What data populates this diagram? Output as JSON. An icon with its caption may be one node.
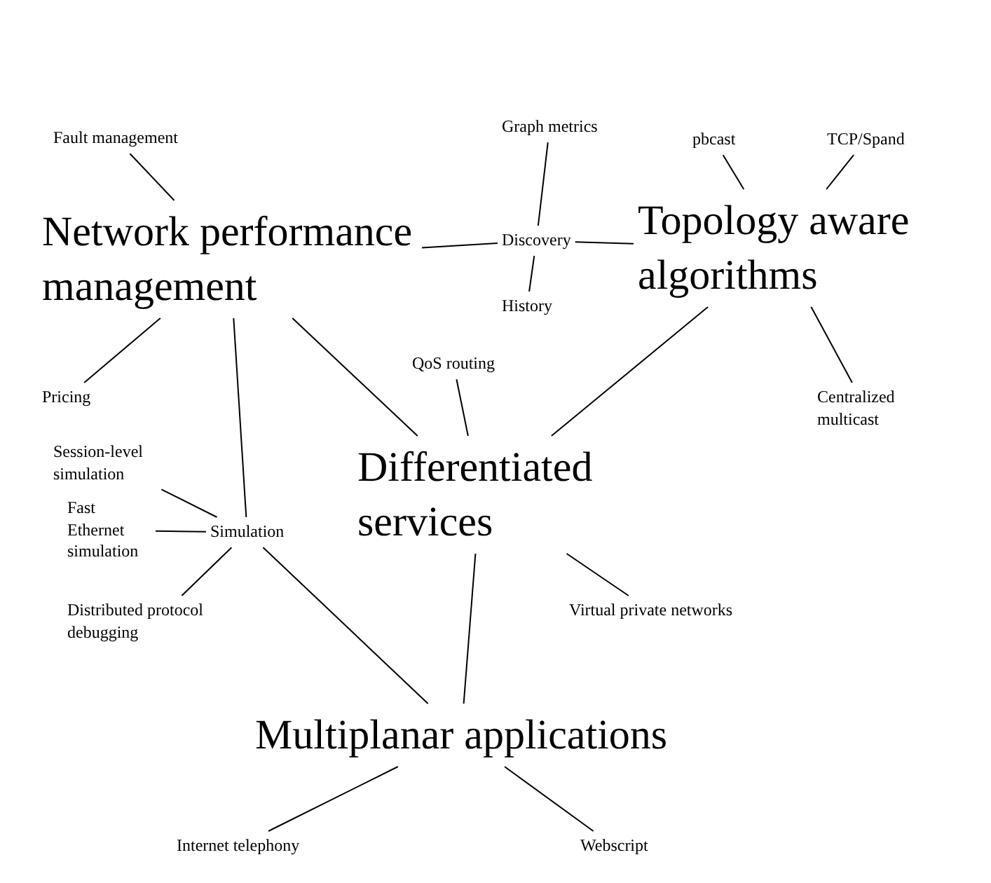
{
  "diagram": {
    "nodes": [
      {
        "text": [
          "Network performance management"
        ]
      },
      {
        "text": [
          "Fault management"
        ]
      },
      {
        "text": [
          "Graph metrics"
        ]
      },
      {
        "text": [
          "Discovery"
        ]
      },
      {
        "text": [
          "History"
        ]
      },
      {
        "text": [
          "pbcast"
        ]
      },
      {
        "text": [
          "TCP/Spand"
        ]
      },
      {
        "text": [
          "Topology aware algorithms"
        ]
      },
      {
        "text": [
          "Pricing"
        ]
      },
      {
        "text": [
          "QoS routing"
        ]
      },
      {
        "text": [
          "Centralized multicast"
        ]
      },
      {
        "text": [
          "Differentiated services"
        ]
      },
      {
        "text": [
          "Session-level simulation"
        ]
      },
      {
        "text": [
          "Fast Ethernet simulation"
        ]
      },
      {
        "text": [
          "Simulation"
        ]
      },
      {
        "text": [
          "Distributed protocol debugging"
        ]
      },
      {
        "text": [
          "Virtual private networks"
        ]
      },
      {
        "text": [
          "Multiplanar applications"
        ]
      },
      {
        "text": [
          "Internet telephony"
        ]
      },
      {
        "text": [
          "Webscript"
        ]
      }
    ],
    "edges": [
      {
        "from": 1,
        "to": 0,
        "arrow": "none"
      },
      {
        "from": 0,
        "to": 3,
        "arrow": "none"
      },
      {
        "from": 2,
        "to": 3,
        "arrow": "none"
      },
      {
        "from": 3,
        "to": 4,
        "arrow": "none"
      },
      {
        "from": 3,
        "to": 7,
        "arrow": "none"
      },
      {
        "from": 5,
        "to": 7,
        "arrow": "none"
      },
      {
        "from": 6,
        "to": 7,
        "arrow": "none"
      },
      {
        "from": 0,
        "to": 8,
        "arrow": "none"
      },
      {
        "from": 0,
        "to": 14,
        "arrow": "none"
      },
      {
        "from": 0,
        "to": 11,
        "arrow": "none"
      },
      {
        "from": 7,
        "to": 11,
        "arrow": "none"
      },
      {
        "from": 7,
        "to": 10,
        "arrow": "none"
      },
      {
        "from": 9,
        "to": 11,
        "arrow": "none"
      },
      {
        "from": 12,
        "to": 14,
        "arrow": "none"
      },
      {
        "from": 13,
        "to": 14,
        "arrow": "none"
      },
      {
        "from": 15,
        "to": 14,
        "arrow": "none"
      },
      {
        "from": 14,
        "to": 17,
        "arrow": "none"
      },
      {
        "from": 11,
        "to": 16,
        "arrow": "none"
      },
      {
        "from": 11,
        "to": 17,
        "arrow": "none"
      },
      {
        "from": 17,
        "to": 18,
        "arrow": "none"
      },
      {
        "from": 17,
        "to": 19,
        "arrow": "none"
      }
    ]
  }
}
